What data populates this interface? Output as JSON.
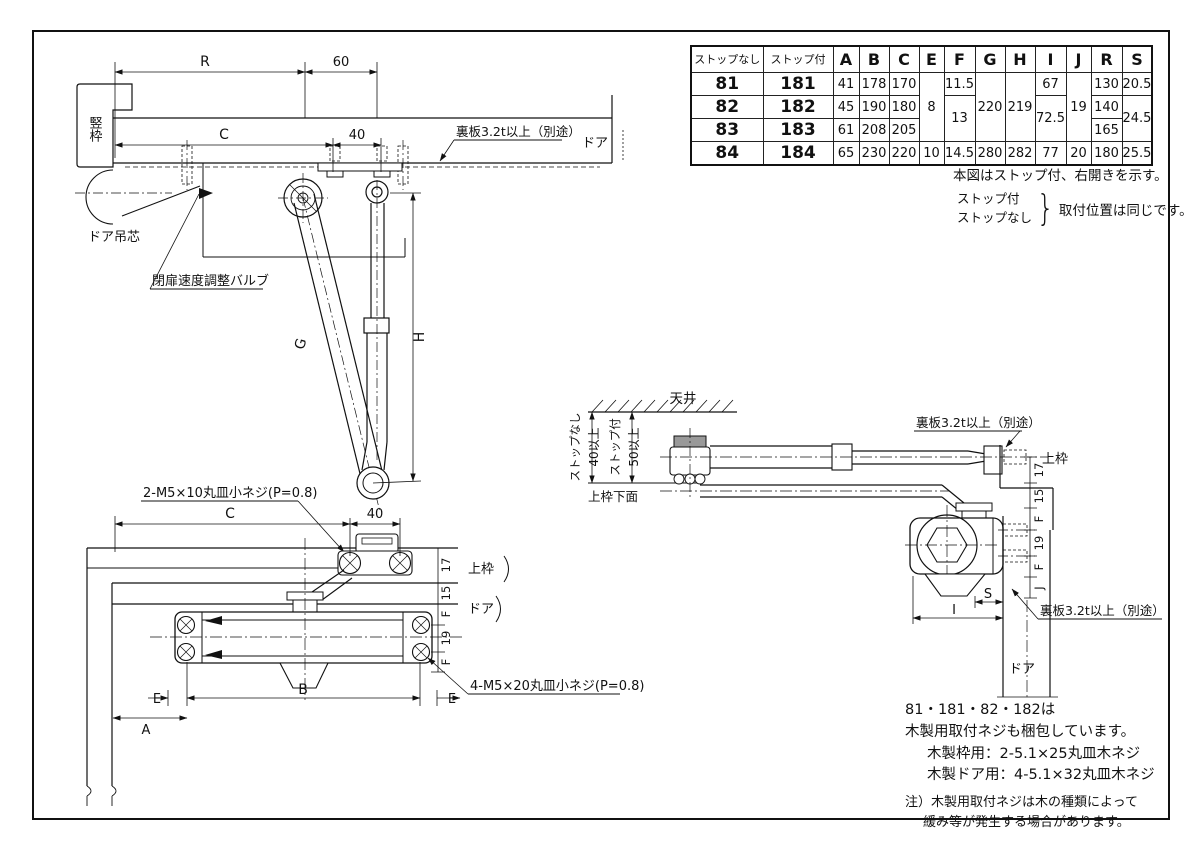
{
  "table": {
    "col_headers": {
      "no_stop": "ストップなし",
      "with_stop": "ストップ付",
      "a": "A",
      "b": "B",
      "c": "C",
      "e": "E",
      "f": "F",
      "g": "G",
      "h": "H",
      "i": "I",
      "j": "J",
      "r": "R",
      "s": "S"
    },
    "rows": {
      "r1": {
        "model_ns": "81",
        "model_ws": "181",
        "a": "41",
        "b": "178",
        "c": "170",
        "e": "8",
        "f": "11.5",
        "g": "220",
        "h": "219",
        "i": "67",
        "j": "19",
        "r": "130",
        "s": "20.5"
      },
      "r2": {
        "model_ns": "82",
        "model_ws": "182",
        "a": "45",
        "b": "190",
        "c": "180",
        "f": "13",
        "i": "72.5",
        "r": "140",
        "s": "24.5"
      },
      "r3": {
        "model_ns": "83",
        "model_ws": "183",
        "a": "61",
        "b": "208",
        "c": "205",
        "r": "165"
      },
      "r4": {
        "model_ns": "84",
        "model_ws": "184",
        "a": "65",
        "b": "230",
        "c": "220",
        "e": "10",
        "f": "14.5",
        "g": "280",
        "h": "282",
        "i": "77",
        "j": "20",
        "r": "180",
        "s": "25.5"
      }
    }
  },
  "notes": {
    "fig": "本図はストップ付、右開きを示す。",
    "stop_with": "ストップ付",
    "stop_without": "ストップなし",
    "brace": "}",
    "same_pos": "取付位置は同じです。"
  },
  "wood": {
    "l1": "81・181・82・182は",
    "l2": "木製用取付ネジも梱包しています。",
    "l3": "木製枠用：2-5.1×25丸皿木ネジ",
    "l4": "木製ドア用：4-5.1×32丸皿木ネジ",
    "l5": "注）木製用取付ネジは木の種類によって",
    "l6": "緩み等が発生する場合があります。"
  },
  "plan": {
    "vertical_frame": "竪枠",
    "dim_r": "R",
    "dim_60": "60",
    "dim_c": "C",
    "dim_40": "40",
    "backplate": "裏板3.2t以上（別途）",
    "door": "ドア",
    "door_pivot": "ドア吊芯",
    "valve": "閉扉速度調整バルブ",
    "dim_g": "G",
    "dim_h": "H",
    "screw": "2-M5×10丸皿小ネジ(P=0.8)"
  },
  "front": {
    "dim_c": "C",
    "dim_40": "40",
    "top_frame": "上枠",
    "door": "ドア",
    "d17": "17",
    "d15": "15",
    "df1": "F",
    "d19": "19",
    "df2": "F",
    "dim_e1": "E",
    "dim_b": "B",
    "dim_e2": "E",
    "dim_a": "A",
    "screw": "4-M5×20丸皿小ネジ(P=0.8)"
  },
  "side": {
    "ceiling": "天井",
    "no_stop": "ストップなし",
    "d40": "40以上",
    "with_stop": "ストップ付",
    "d50": "50以上",
    "frame_bottom": "上枠下面",
    "backplate_top": "裏板3.2t以上（別途）",
    "top_frame": "上枠",
    "d17": "17",
    "d15": "15",
    "df1": "F",
    "d19": "19",
    "df2": "F",
    "dj": "J",
    "dim_s": "S",
    "dim_i": "I",
    "backplate_bottom": "裏板3.2t以上（別途）",
    "door": "ドア"
  }
}
